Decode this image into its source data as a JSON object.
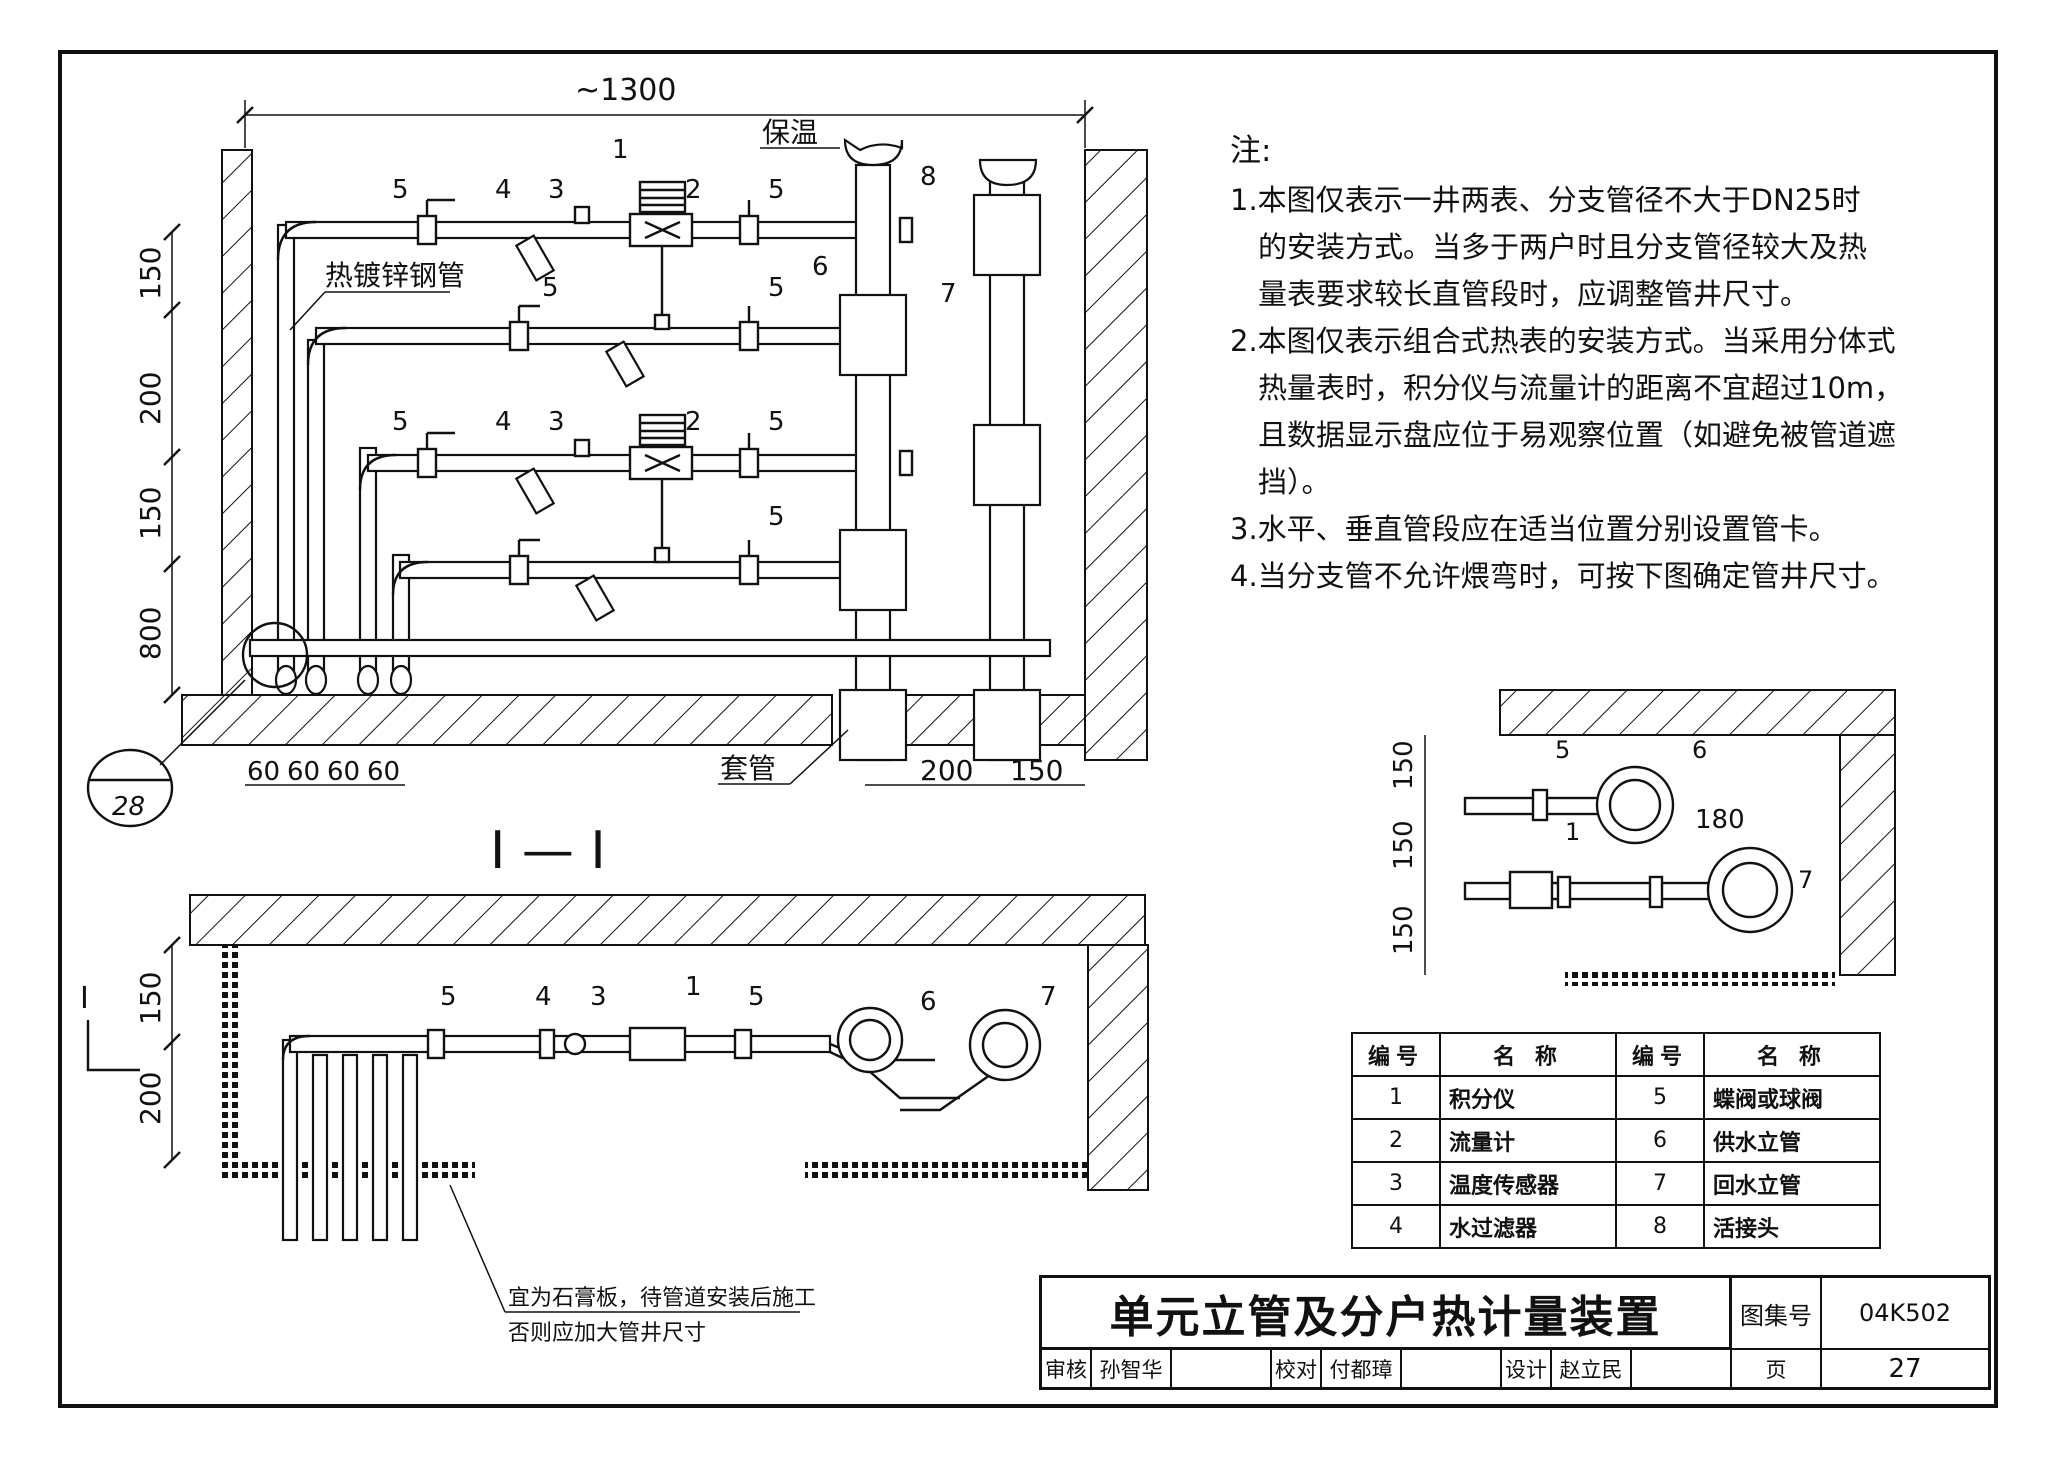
{
  "labels": {
    "width_dim": "~1300",
    "insulation": "保温",
    "galv_pipe": "热镀锌钢管",
    "sleeve": "套管",
    "section": "I — I",
    "section_mark": "I",
    "detail_ref": "28",
    "dim_150": "150",
    "dim_200": "200",
    "dim_800": "800",
    "dim_60": "60",
    "dim_180": "180",
    "board_note_1": "宜为石膏板，待管道安装后施工",
    "board_note_2": "否则应加大管井尺寸",
    "n1": "1",
    "n2": "2",
    "n3": "3",
    "n4": "4",
    "n5": "5",
    "n6": "6",
    "n7": "7",
    "n8": "8"
  },
  "notes": {
    "heading": "注:",
    "items": [
      "1.本图仅表示一井两表、分支管径不大于DN25时",
      "的安装方式。当多于两户时且分支管径较大及热",
      "量表要求较长直管段时，应调整管井尺寸。",
      "2.本图仅表示组合式热表的安装方式。当采用分体式",
      "热量表时，积分仪与流量计的距离不宜超过10m，",
      "且数据显示盘应位于易观察位置（如避免被管道遮",
      "挡）。",
      "3.水平、垂直管段应在适当位置分别设置管卡。",
      "4.当分支管不允许煨弯时，可按下图确定管井尺寸。"
    ]
  },
  "legend": {
    "col_no": "编号",
    "col_name": "名 称",
    "rows": [
      {
        "no1": "1",
        "name1": "积分仪",
        "no2": "5",
        "name2": "蝶阀或球阀"
      },
      {
        "no1": "2",
        "name1": "流量计",
        "no2": "6",
        "name2": "供水立管"
      },
      {
        "no1": "3",
        "name1": "温度传感器",
        "no2": "7",
        "name2": "回水立管"
      },
      {
        "no1": "4",
        "name1": "水过滤器",
        "no2": "8",
        "name2": "活接头"
      }
    ]
  },
  "title_block": {
    "title": "单元立管及分户热计量装置",
    "atlas_label": "图集号",
    "atlas_no": "04K502",
    "page_label": "页",
    "page_no": "27",
    "review_label": "审核",
    "reviewer": "孙智华",
    "check_label": "校对",
    "checker": "付都璋",
    "design_label": "设计",
    "designer": "赵立民"
  }
}
